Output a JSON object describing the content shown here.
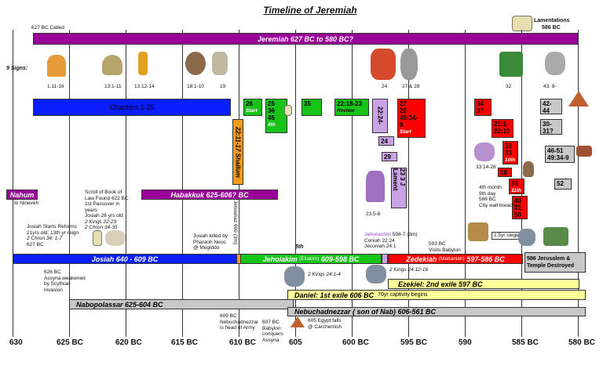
{
  "title": "Timeline of Jeremiah",
  "lamentations": {
    "line1": "Lamentations",
    "line2": "586 BC"
  },
  "called": "627 BC Called",
  "jeremiah_bar": "Jeremiah 627 BC to 580 BC?",
  "nine_signs": "9 Signs:",
  "sign_refs": [
    "1:11-16",
    "13:1-11",
    "13:12-14",
    "18:1-10",
    "19",
    "24",
    "27 & 28",
    "32",
    "43: 8-"
  ],
  "chapters_bar": "Chapters 1-25",
  "green_boxes": [
    {
      "l1": "26",
      "l2": "Start"
    },
    {
      "l1": "25\n36\n45",
      "l2": "4th"
    },
    {
      "l1": "35",
      "l2": ""
    },
    {
      "l1": "22:18-23",
      "l2": "Review"
    }
  ],
  "shallum": "22:11-17 Shallum",
  "lav_boxes": [
    "22:24-",
    "24",
    "29"
  ],
  "lament": "23 3 J Lament",
  "red_start": {
    "l1": "27\n28\n49:34-\n9",
    "l2": "Start"
  },
  "red_boxes": [
    {
      "text": "34\n37",
      "sub": ""
    },
    {
      "text": "21:1-\n22:10",
      "sub": ""
    },
    {
      "text": "32\n33",
      "sub": "10th"
    },
    {
      "text": "18",
      "sub": ""
    },
    {
      "text": "39",
      "sub": "11th"
    },
    {
      "text": "40\n41\n50",
      "sub": ""
    }
  ],
  "gray_boxes": [
    "42-\n44",
    "30-\n31?",
    "46-51\n49:34-9",
    "52"
  ],
  "nahum": {
    "label": "Nahum",
    "sub": "to Nineveh"
  },
  "habakkuk": "Habakkuk 625-606? BC",
  "scroll_note": [
    "Scroll of Book of",
    "Law Found 622 BC",
    "1st Passover in",
    "years",
    "Josiah 26 yrs old",
    "2 Kings 22-23",
    "2 Chron 34-35"
  ],
  "josiah_reforms": [
    "Josiah Starts Reforms",
    "21yrs old; 13th yr reign",
    "2 Chron 34: 1-7",
    "627 BC"
  ],
  "josiah_killed": [
    "Josiah killed by",
    "Pharaoh Neco",
    "@ Megiddo"
  ],
  "jehoahaz": "Jehoahaz 609 (3m)",
  "fifth": "5th",
  "jehoiachin": {
    "name": "Jehoiachin",
    "rest": "598-7 (3m)",
    "l2": "Coniah 22:24",
    "l3": "Jeconiah 24:1"
  },
  "visits_babylon": [
    "593 BC",
    "Visits Babylon"
  ],
  "fourth_month": [
    "4th month",
    "9th day",
    "586 BC",
    "City wall breached"
  ],
  "siege": "1.5yr siege",
  "ref_23": "23:5-6",
  "ref_33": "33:14-26",
  "josiah_bar": "Josiah 640 - 609 BC",
  "jehoiakim_bar": {
    "name": "Jehoiakim",
    "paren": "(Eliakim)",
    "dates": "609-598 BC"
  },
  "zedekiah_bar": {
    "name": "Zedekiah",
    "paren": "(Mattaniah)",
    "dates": "597-586 BC"
  },
  "destroyed": [
    "586 Jerusalem &",
    "Temple Destroyed"
  ],
  "assyria": [
    "626 BC",
    "Assyria weakened",
    "by Scythian",
    "invasion"
  ],
  "kings_refs": [
    "2 Kings 24:1-4",
    "2 Kings 24:12-16"
  ],
  "ezekiel": "Ezekiel: 2nd exile 597 BC",
  "daniel": {
    "a": "Daniel: 1st exile 606 BC",
    "b": "70yr captivity begins"
  },
  "nabopolassar": "Nabopolassar 625-604 BC",
  "nebuchadnezzar": "Nebuchadnezzar ( son of Nab) 606-561 BC",
  "neb_head": [
    "609 BC",
    "Nebuchadnezzar",
    "is head of Army"
  ],
  "babylon_conquers": [
    "607 BC",
    "Babylon",
    "conquers",
    "Assyria"
  ],
  "egypt_falls": [
    "605 Egypt falls",
    "@ Carchemish"
  ],
  "ticks": [
    "630",
    "625 BC",
    "620 BC",
    "615 BC",
    "610 BC",
    "605",
    "600 BC",
    "595 BC",
    "590",
    "585 BC",
    "580 BC"
  ],
  "colors": {
    "purple": "#990099",
    "blue": "#0a1eff",
    "green": "#19c419",
    "red": "#ff0000",
    "gray": "#c8c8c8",
    "yellow": "#ffff99",
    "orange": "#f49a1b",
    "lavender": "#c9a3e6"
  }
}
